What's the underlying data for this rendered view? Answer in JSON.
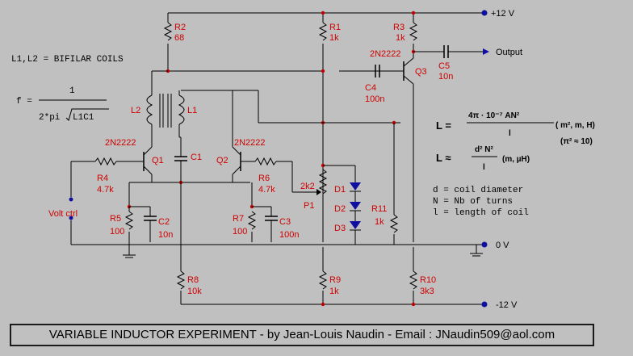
{
  "title_bar": "VARIABLE INDUCTOR EXPERIMENT - by Jean-Louis Naudin - Email : JNaudin509@aol.com",
  "rails": {
    "plus": "+12 V",
    "zero": "0 V",
    "minus": "-12 V",
    "output": "Output"
  },
  "note_coils": "L1,L2 =  BIFILAR COILS",
  "freq_formula": {
    "lhs": "f  =",
    "num": "1",
    "den": "2*pi",
    "root": "L1C1"
  },
  "volt_ctrl": "Volt ctrl",
  "components": {
    "R1": {
      "name": "R1",
      "value": "1k"
    },
    "R2": {
      "name": "R2",
      "value": "68"
    },
    "R3": {
      "name": "R3",
      "value": "1k"
    },
    "R4": {
      "name": "R4",
      "value": "4.7k"
    },
    "R5": {
      "name": "R5",
      "value": "100"
    },
    "R6": {
      "name": "R6",
      "value": "4.7k"
    },
    "R7": {
      "name": "R7",
      "value": "100"
    },
    "R8": {
      "name": "R8",
      "value": "10k"
    },
    "R9": {
      "name": "R9",
      "value": "1k"
    },
    "R10": {
      "name": "R10",
      "value": "3k3"
    },
    "R11": {
      "name": "R11",
      "value": "1k"
    },
    "C1": {
      "name": "C1"
    },
    "C2": {
      "name": "C2",
      "value": "10n"
    },
    "C3": {
      "name": "C3",
      "value": "100n"
    },
    "C4": {
      "name": "C4",
      "value": "100n"
    },
    "C5": {
      "name": "C5",
      "value": "10n"
    },
    "Q1": {
      "name": "Q1",
      "type": "2N2222"
    },
    "Q2": {
      "name": "Q2",
      "type": "2N2222"
    },
    "Q3": {
      "name": "Q3",
      "type": "2N2222"
    },
    "L1": {
      "name": "L1"
    },
    "L2": {
      "name": "L2"
    },
    "P1": {
      "name": "P1",
      "value": "2k2"
    },
    "D1": {
      "name": "D1"
    },
    "D2": {
      "name": "D2"
    },
    "D3": {
      "name": "D3"
    }
  },
  "inductance_formula": {
    "L": "L =",
    "num": "4π · 10⁻⁷ AN²",
    "den": "l",
    "units": "( m², m, H)",
    "pi_note": "(π² ≈ 10)",
    "approx": "L ≈",
    "num2": "d² N²",
    "den2": "l",
    "units2": "(m, µH)"
  },
  "legend": [
    "d = coil diameter",
    "N = Nb of turns",
    "l = length of coil"
  ]
}
